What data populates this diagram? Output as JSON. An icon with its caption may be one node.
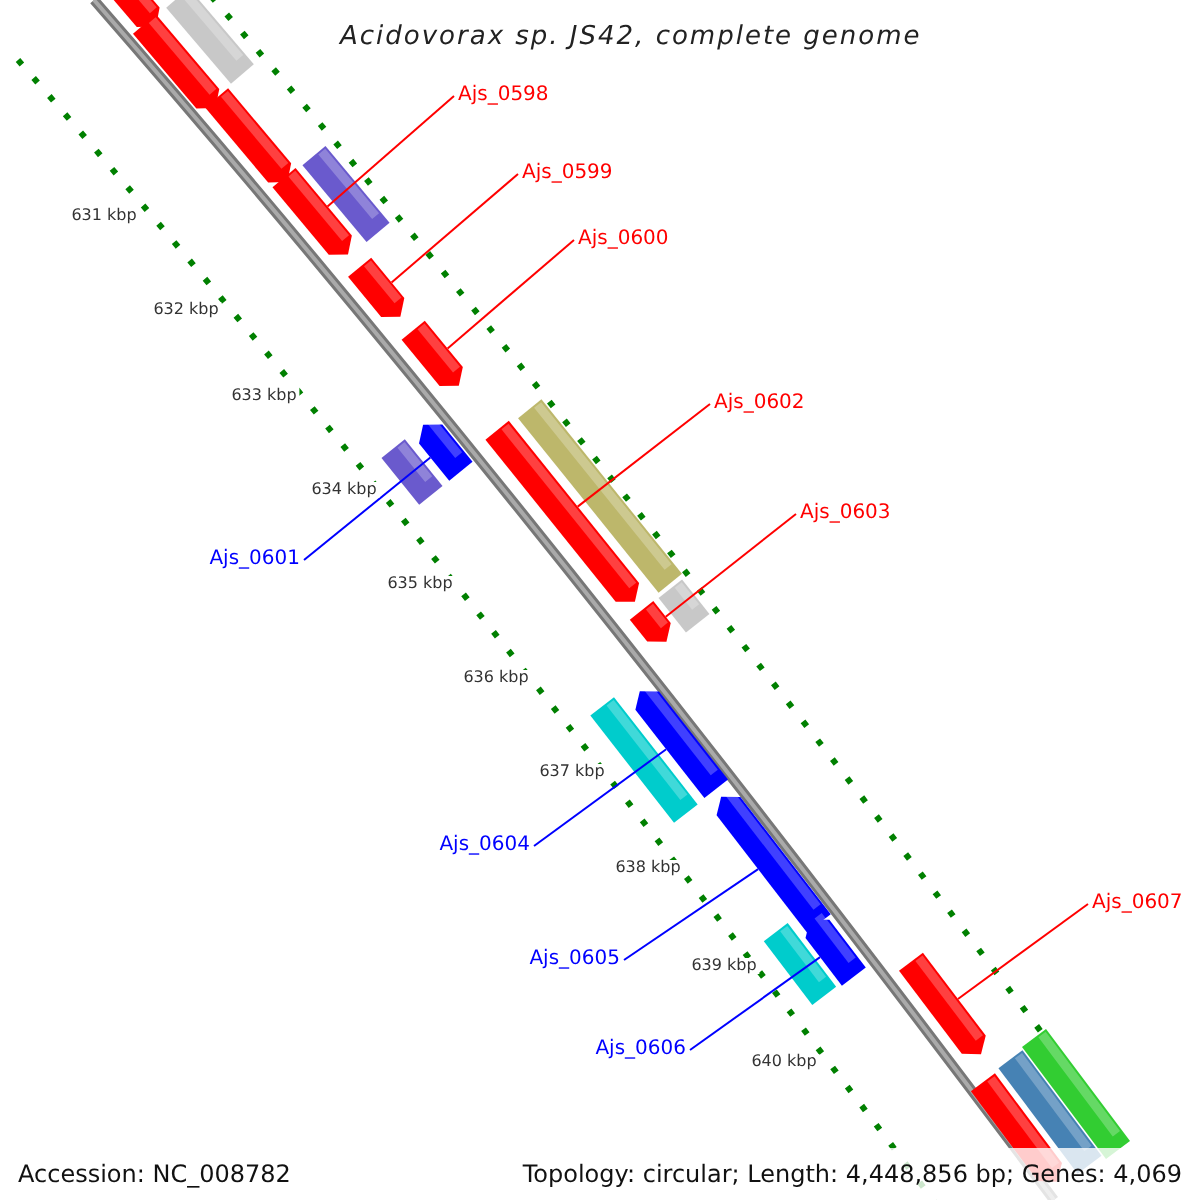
{
  "diagram": {
    "title": "Acidovorax sp. JS42, complete genome",
    "nodes": [
      {
        "text": [
          "Ajs_0598"
        ]
      },
      {
        "text": [
          "Ajs_0599"
        ]
      },
      {
        "text": [
          "Ajs_0600"
        ]
      },
      {
        "text": [
          "Ajs_0601"
        ]
      },
      {
        "text": [
          "Ajs_0602"
        ]
      },
      {
        "text": [
          "Ajs_0603"
        ]
      },
      {
        "text": [
          "Ajs_0604"
        ]
      },
      {
        "text": [
          "Ajs_0605"
        ]
      },
      {
        "text": [
          "Ajs_0606"
        ]
      },
      {
        "text": [
          "Ajs_0607"
        ]
      },
      {
        "text": [],
        "shape": "arrow"
      },
      {
        "text": [],
        "shape": "arrow"
      },
      {
        "text": [],
        "shape": "arrow"
      },
      {
        "text": [],
        "shape": "arrow"
      },
      {
        "text": [],
        "shape": "arrow"
      },
      {
        "text": [],
        "shape": "arrow"
      },
      {
        "text": [],
        "shape": "arrow"
      },
      {
        "text": [],
        "shape": "arrow"
      },
      {
        "text": [],
        "shape": "arrow"
      },
      {
        "text": [],
        "shape": "arrow"
      },
      {
        "text": [],
        "shape": "arrow"
      },
      {
        "text": [],
        "shape": "bar"
      },
      {
        "text": [],
        "shape": "arrow"
      },
      {
        "text": [],
        "shape": "arrow"
      },
      {
        "text": [],
        "shape": "bar"
      },
      {
        "text": [],
        "shape": "bar"
      },
      {
        "text": [],
        "shape": "bar"
      },
      {
        "text": [],
        "shape": "bar"
      },
      {
        "text": [],
        "shape": "bar"
      },
      {
        "text": [],
        "shape": "bar"
      },
      {
        "text": [],
        "shape": "arrow"
      },
      {
        "text": [],
        "shape": "bar"
      },
      {
        "text": [],
        "shape": "bar"
      }
    ],
    "edges": [
      {
        "from": 0,
        "to": 10,
        "arrow": "none"
      },
      {
        "from": 1,
        "to": 11,
        "arrow": "none"
      },
      {
        "from": 2,
        "to": 12,
        "arrow": "none"
      },
      {
        "from": 3,
        "to": 13,
        "arrow": "none",
        "color": "#0000ff"
      },
      {
        "from": 4,
        "to": 14,
        "arrow": "none"
      },
      {
        "from": 5,
        "to": 15,
        "arrow": "none"
      },
      {
        "from": 6,
        "to": 16,
        "arrow": "none",
        "color": "#0000ff"
      },
      {
        "from": 7,
        "to": 17,
        "arrow": "none",
        "color": "#0000ff"
      },
      {
        "from": 8,
        "to": 18,
        "arrow": "none",
        "color": "#0000ff"
      },
      {
        "from": 9,
        "to": 19,
        "arrow": "none"
      }
    ],
    "labels": [
      "631 kbp",
      "632 kbp",
      "633 kbp",
      "634 kbp",
      "635 kbp",
      "636 kbp",
      "637 kbp",
      "638 kbp",
      "639 kbp",
      "640 kbp",
      "Accession: NC_008782",
      "Topology: circular; Length: 4,448,856 bp; Genes: 4,069"
    ]
  }
}
